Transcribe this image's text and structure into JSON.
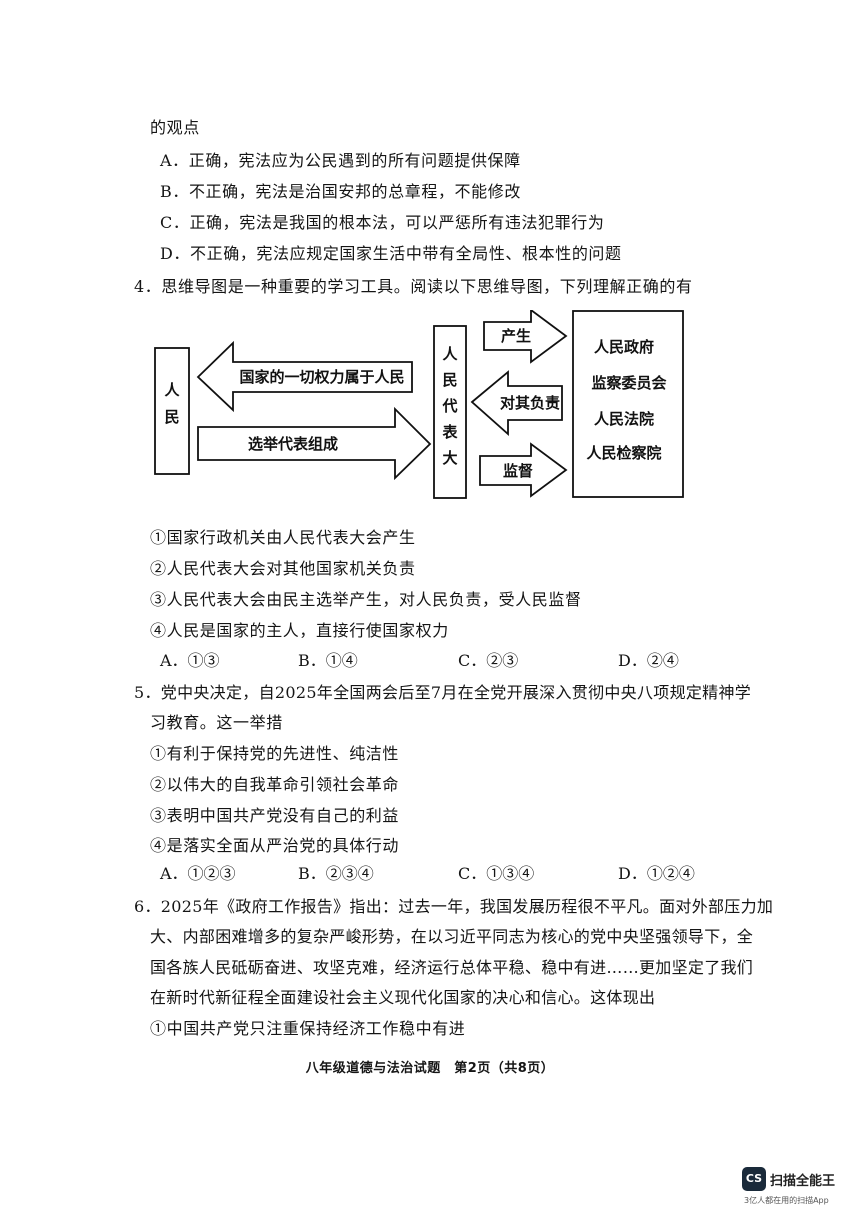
{
  "q3": {
    "tail": "的观点",
    "options": [
      "A．正确，宪法应为公民遇到的所有问题提供保障",
      "B．不正确，宪法是治国安邦的总章程，不能修改",
      "C．正确，宪法是我国的根本法，可以严惩所有违法犯罪行为",
      "D．不正确，宪法应规定国家生活中带有全局性、根本性的问题"
    ]
  },
  "q4": {
    "stem": "4．思维导图是一种重要的学习工具。阅读以下思维导图，下列理解正确的有",
    "diagram": {
      "people": "人民",
      "power_arrow": "国家的一切权力属于人民",
      "elect_arrow": "选举代表组成",
      "congress": "人民代表大会",
      "produce_arrow": "产生",
      "responsible_arrow": "对其负责",
      "supervise_arrow": "监督",
      "organs": [
        "人民政府",
        "监察委员会",
        "人民法院",
        "人民检察院"
      ]
    },
    "statements": [
      "①国家行政机关由人民代表大会产生",
      "②人民代表大会对其他国家机关负责",
      "③人民代表大会由民主选举产生，对人民负责，受人民监督",
      "④人民是国家的主人，直接行使国家权力"
    ],
    "options": [
      "A．①③",
      "B．①④",
      "C．②③",
      "D．②④"
    ]
  },
  "q5": {
    "stem_line1": "5．党中央决定，自2025年全国两会后至7月在全党开展深入贯彻中央八项规定精神学",
    "stem_line2": "习教育。这一举措",
    "statements": [
      "①有利于保持党的先进性、纯洁性",
      "②以伟大的自我革命引领社会革命",
      "③表明中国共产党没有自己的利益",
      "④是落实全面从严治党的具体行动"
    ],
    "options": [
      "A．①②③",
      "B．②③④",
      "C．①③④",
      "D．①②④"
    ]
  },
  "q6": {
    "lines": [
      "6．2025年《政府工作报告》指出：过去一年，我国发展历程很不平凡。面对外部压力加",
      "大、内部困难增多的复杂严峻形势，在以习近平同志为核心的党中央坚强领导下，全",
      "国各族人民砥砺奋进、攻坚克难，经济运行总体平稳、稳中有进……更加坚定了我们",
      "在新时代新征程全面建设社会主义现代化国家的决心和信心。这体现出"
    ],
    "statement1": "①中国共产党只注重保持经济工作稳中有进"
  },
  "footer": "八年级道德与法治试题　第2页（共8页）",
  "watermark": {
    "logo": "CS",
    "title": "扫描全能王",
    "subtitle": "3亿人都在用的扫描App"
  }
}
